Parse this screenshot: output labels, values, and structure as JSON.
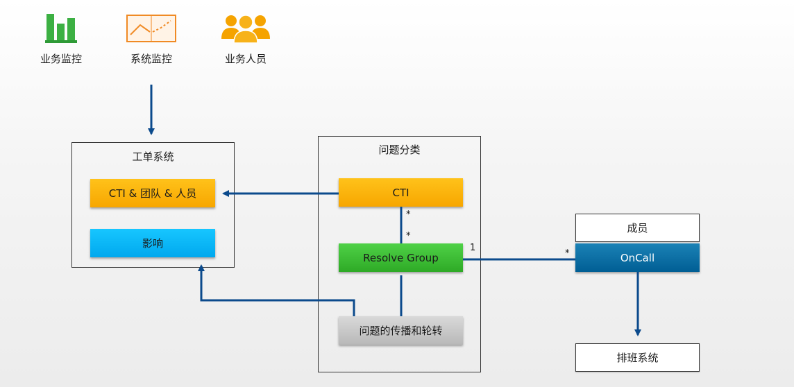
{
  "top_icons": [
    {
      "label": "业务监控",
      "icon": "bar-chart-icon",
      "color": "#3cb043"
    },
    {
      "label": "系统监控",
      "icon": "line-chart-icon",
      "color": "#f08a24"
    },
    {
      "label": "业务人员",
      "icon": "people-icon",
      "color": "#f5a300"
    }
  ],
  "ticket_system": {
    "title": "工单系统",
    "cti_team_person": "CTI & 团队 & 人员",
    "impact": "影响"
  },
  "issue_classification": {
    "title": "问题分类",
    "cti": "CTI",
    "resolve_group": "Resolve Group",
    "propagation": "问题的传播和轮转"
  },
  "member": "成员",
  "oncall": "OnCall",
  "scheduling_system": "排班系统",
  "multiplicity": {
    "cti_to_rg_top": "*",
    "cti_to_rg_bottom": "*",
    "rg_side": "1",
    "oncall_side": "*"
  },
  "colors": {
    "arrow": "#0b4a8c",
    "orange": "#f7a600",
    "cyan": "#00a8ee",
    "green": "#2eaa26",
    "gray": "#c4c4c4",
    "blue": "#005e94"
  }
}
